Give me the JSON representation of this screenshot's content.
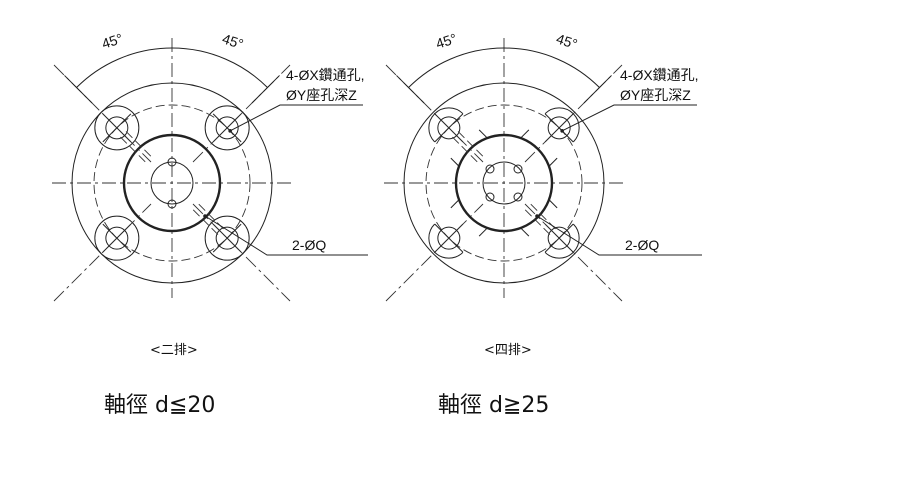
{
  "figures": [
    {
      "angle_left": "45°",
      "angle_right": "45°",
      "hole_note_line1": "4-ØX鑽通孔,",
      "hole_note_line2": "ØY座孔深Z",
      "pin_note": "2-ØQ",
      "caption": "<二排>",
      "shaft_spec": "軸徑  d≦20"
    },
    {
      "angle_left": "45°",
      "angle_right": "45°",
      "hole_note_line1": "4-ØX鑽通孔,",
      "hole_note_line2": "ØY座孔深Z",
      "pin_note": "2-ØQ",
      "caption": "<四排>",
      "shaft_spec": "軸徑  d≧25"
    }
  ]
}
